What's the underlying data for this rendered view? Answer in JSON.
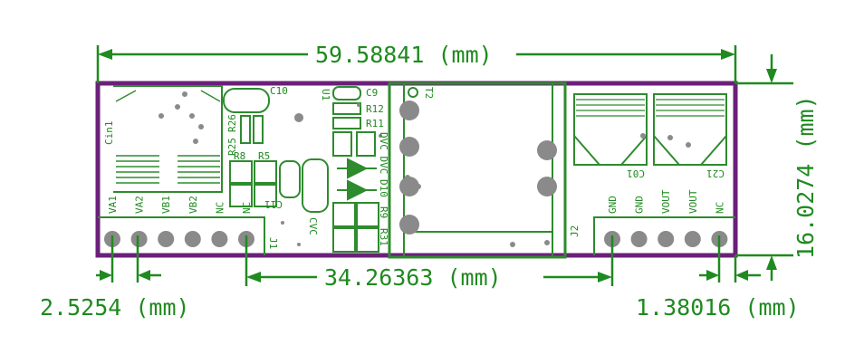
{
  "colors": {
    "board_outline": "#6b1f7a",
    "dimension": "#1f8a1f",
    "copper": "#2e8b2e",
    "silk": "#2e8b2e",
    "drill": "#8a8a8a"
  },
  "dimensions": {
    "width": "59.58841 (mm)",
    "height": "16.0274 (mm)",
    "j1_to_j2": "34.26363 (mm)",
    "pin_pitch": "2.5254 (mm)",
    "edge_offset": "1.38016 (mm)"
  },
  "designators": {
    "cin1": "Cin1",
    "c10": "C10",
    "u1": "U1",
    "c9": "C9",
    "r12": "R12",
    "r11": "R11",
    "r25": "R25",
    "r26": "R26",
    "r8": "R8",
    "r5": "R5",
    "c11": "C11",
    "cvc": "CVC",
    "dvc": "DVC DVC",
    "d10": "D10",
    "r9": "R9",
    "r31": "R31",
    "t2": "T2",
    "c01": "C01",
    "c21": "C21",
    "j1": "J1",
    "j2": "J2"
  },
  "j1_pins": [
    "VA1",
    "VA2",
    "VB1",
    "VB2",
    "NC",
    "NC"
  ],
  "j2_pins": [
    "GND",
    "GND",
    "VOUT",
    "VOUT",
    "NC"
  ]
}
